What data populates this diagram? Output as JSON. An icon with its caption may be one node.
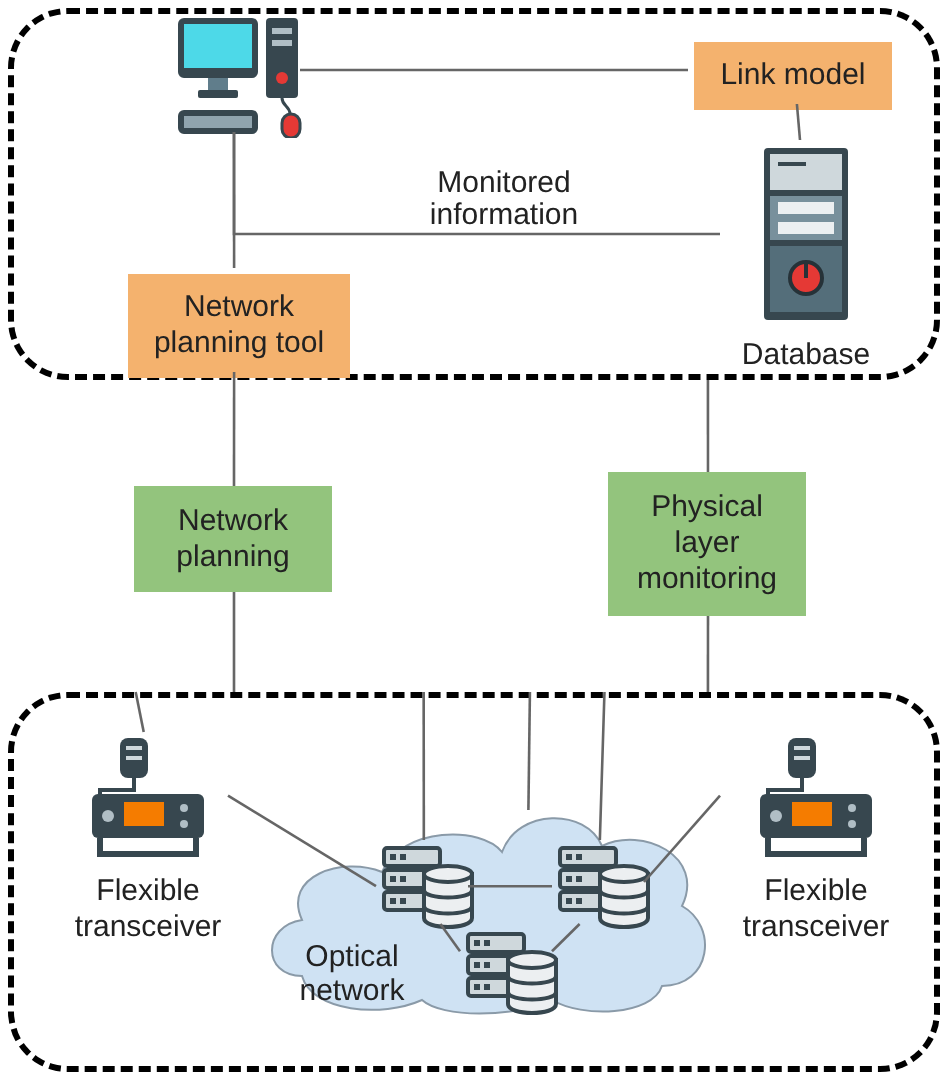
{
  "diagram": {
    "nodes": [
      {
        "text": [],
        "shape": "box"
      },
      {
        "text": [],
        "shape": "picture",
        "in": 0
      },
      {
        "text": [
          "Link model"
        ],
        "in": 0
      },
      {
        "text": [
          "Database"
        ],
        "in": 0
      },
      {
        "text": [
          "Network planning tool"
        ],
        "in": 0
      },
      {
        "text": [
          "Network planning"
        ]
      },
      {
        "text": [
          "Physical layer monitoring"
        ]
      },
      {
        "text": [],
        "shape": "box"
      },
      {
        "text": [
          "Flexible transceiver"
        ],
        "in": 7
      },
      {
        "text": [
          "Flexible transceiver"
        ],
        "in": 7
      },
      {
        "text": [
          "Optical network"
        ],
        "in": 7
      },
      {
        "text": [],
        "shape": "picture",
        "in": 10
      },
      {
        "text": [],
        "shape": "picture",
        "in": 10
      },
      {
        "text": [],
        "shape": "picture",
        "in": 10
      }
    ],
    "edges": [
      {
        "from": 1,
        "to": 2,
        "arrow": "none"
      },
      {
        "from": 1,
        "to": 3,
        "arrow": "none",
        "label": "Monitored information"
      },
      {
        "from": 2,
        "to": 3,
        "arrow": "none"
      },
      {
        "from": 1,
        "to": 4,
        "arrow": "none"
      },
      {
        "from": 4,
        "to": 5,
        "arrow": "none"
      },
      {
        "from": 5,
        "to": 7,
        "arrow": "none"
      },
      {
        "from": 0,
        "to": 6,
        "arrow": "none"
      },
      {
        "from": 6,
        "to": 7,
        "arrow": "none"
      },
      {
        "from": 7,
        "to": 8,
        "arrow": "none"
      },
      {
        "from": 7,
        "to": 11,
        "arrow": "none"
      },
      {
        "from": 7,
        "to": 10,
        "arrow": "none"
      },
      {
        "from": 7,
        "to": 12,
        "arrow": "none"
      },
      {
        "from": 8,
        "to": 11,
        "arrow": "none"
      },
      {
        "from": 11,
        "to": 12,
        "arrow": "none"
      },
      {
        "from": 11,
        "to": 13,
        "arrow": "none"
      },
      {
        "from": 12,
        "to": 13,
        "arrow": "none"
      },
      {
        "from": 12,
        "to": 9,
        "arrow": "none"
      }
    ]
  }
}
